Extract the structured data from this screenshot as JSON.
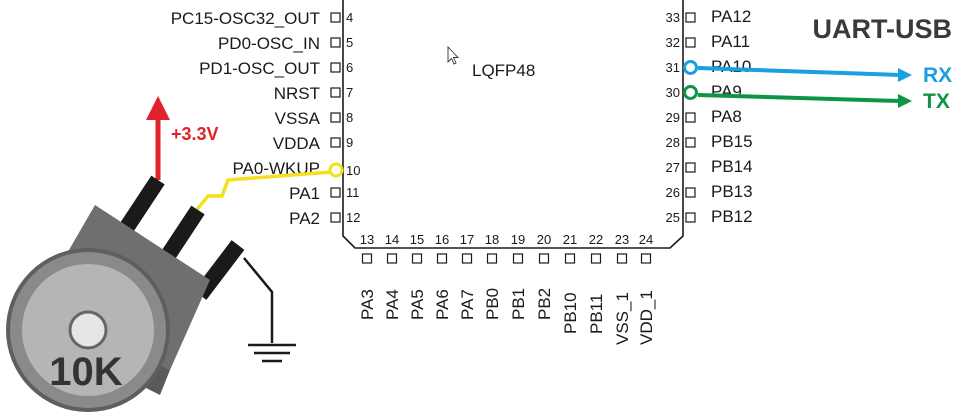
{
  "chip": {
    "package": "LQFP48",
    "left_pins": [
      {
        "num": "4",
        "name": "PC15-OSC32_OUT"
      },
      {
        "num": "5",
        "name": "PD0-OSC_IN"
      },
      {
        "num": "6",
        "name": "PD1-OSC_OUT"
      },
      {
        "num": "7",
        "name": "NRST"
      },
      {
        "num": "8",
        "name": "VSSA"
      },
      {
        "num": "9",
        "name": "VDDA"
      },
      {
        "num": "10",
        "name": "PA0-WKUP"
      },
      {
        "num": "11",
        "name": "PA1"
      },
      {
        "num": "12",
        "name": "PA2"
      }
    ],
    "bottom_pins": [
      {
        "num": "13",
        "name": "PA3"
      },
      {
        "num": "14",
        "name": "PA4"
      },
      {
        "num": "15",
        "name": "PA5"
      },
      {
        "num": "16",
        "name": "PA6"
      },
      {
        "num": "17",
        "name": "PA7"
      },
      {
        "num": "18",
        "name": "PB0"
      },
      {
        "num": "19",
        "name": "PB1"
      },
      {
        "num": "20",
        "name": "PB2"
      },
      {
        "num": "21",
        "name": "PB10"
      },
      {
        "num": "22",
        "name": "PB11"
      },
      {
        "num": "23",
        "name": "VSS_1"
      },
      {
        "num": "24",
        "name": "VDD_1"
      }
    ],
    "right_pins": [
      {
        "num": "33",
        "name": "PA12"
      },
      {
        "num": "32",
        "name": "PA11"
      },
      {
        "num": "31",
        "name": "PA10"
      },
      {
        "num": "30",
        "name": "PA9"
      },
      {
        "num": "29",
        "name": "PA8"
      },
      {
        "num": "28",
        "name": "PB15"
      },
      {
        "num": "27",
        "name": "PB14"
      },
      {
        "num": "26",
        "name": "PB13"
      },
      {
        "num": "25",
        "name": "PB12"
      }
    ]
  },
  "uart": {
    "title": "UART-USB",
    "rx_label": "RX",
    "tx_label": "TX",
    "rx_color": "#1a9fe0",
    "tx_color": "#0e9447"
  },
  "power": {
    "label": "+3.3V",
    "color": "#e0232b"
  },
  "potentiometer": {
    "label": "10K",
    "wiper_color": "#f5e01e"
  }
}
